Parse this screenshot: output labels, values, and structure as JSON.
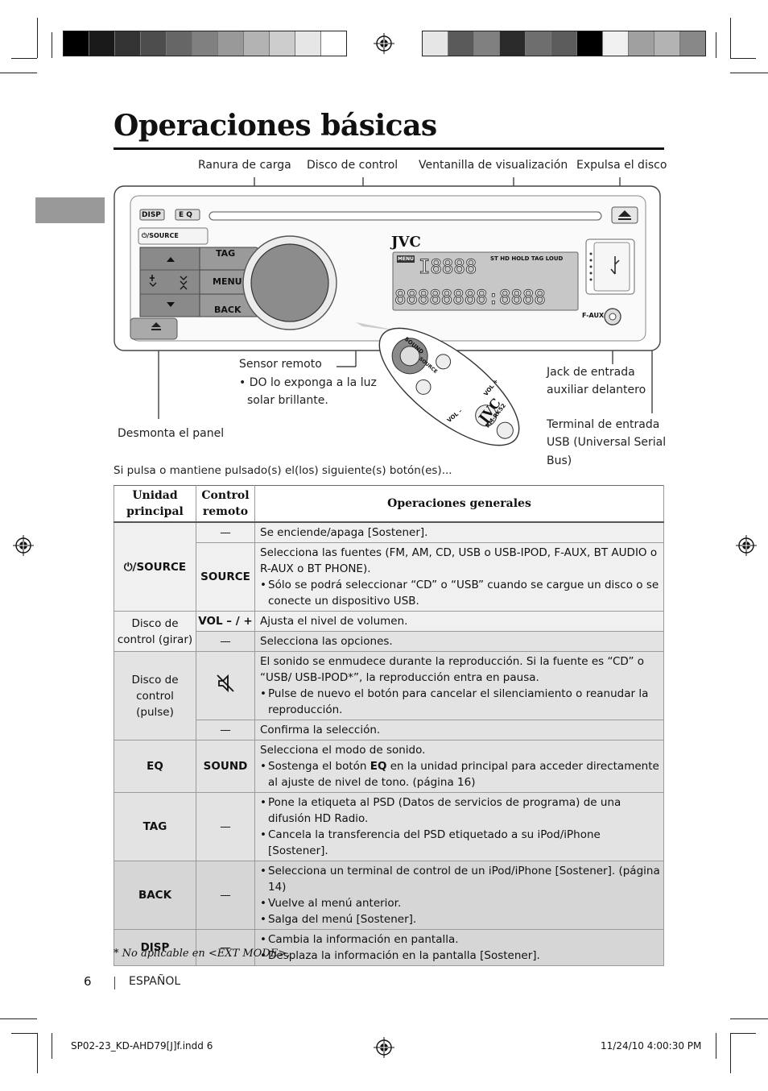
{
  "title": "Operaciones básicas",
  "callouts": {
    "ranura": "Ranura de carga",
    "disco": "Disco de control",
    "ventanilla": "Ventanilla de visualización",
    "expulsa": "Expulsa el disco",
    "sensor_title": "Sensor remoto",
    "sensor_note_1": "• DO lo exponga a la luz",
    "sensor_note_2": "solar brillante.",
    "jack_1": "Jack de entrada",
    "jack_2": "auxiliar delantero",
    "usb_1": "Terminal de entrada",
    "usb_2": "USB (Universal Serial",
    "usb_3": "Bus)",
    "desmonta": "Desmonta el panel"
  },
  "device": {
    "disp": "DISP",
    "eq": "E Q",
    "source": "⏻/SOURCE",
    "tag": "TAG",
    "menu": "MENU",
    "back": "BACK",
    "brand": "JVC",
    "faux": "F-AUX",
    "lcd_top": "ST HD HOLD TAG LOUD",
    "lcd_menu": "MENU",
    "remote_model": "RM-RK52",
    "remote_sound": "SOUND",
    "remote_source": "SOURCE",
    "remote_vol_plus": "VOL +",
    "remote_vol_minus": "VOL –"
  },
  "intro": "Si pulsa o mantiene pulsado(s) el(los) siguiente(s) botón(es)...",
  "table": {
    "headers": [
      "Unidad principal",
      "Control remoto",
      "Operaciones generales"
    ],
    "r1_main": "⏻/SOURCE",
    "r1a_remote": "—",
    "r1a_op": "Se enciende/apaga [Sostener].",
    "r1b_remote": "SOURCE",
    "r1b_op": "Selecciona las fuentes (FM, AM, CD, USB o USB-IPOD, F-AUX, BT AUDIO o R-AUX o BT PHONE).",
    "r1b_bullet": "Sólo se podrá seleccionar “CD” o “USB” cuando se cargue un disco o se conecte un dispositivo USB.",
    "r2_main": "Disco de control (girar)",
    "r2a_remote": "VOL – / +",
    "r2a_op": "Ajusta el nivel de volumen.",
    "r2b_remote": "—",
    "r2b_op": "Selecciona las opciones.",
    "r3_main": "Disco de control (pulse)",
    "r3a_op": "El sonido se enmudece durante la reproducción. Si la fuente es “CD” o “USB/ USB-IPOD*”, la reproducción entra en pausa.",
    "r3a_bullet": "Pulse de nuevo el botón para cancelar el silenciamiento o reanudar la reproducción.",
    "r3b_remote": "—",
    "r3b_op": "Confirma la selección.",
    "r4_main": "EQ",
    "r4_remote": "SOUND",
    "r4_op": "Selecciona el modo de sonido.",
    "r4_bullet_pre": "Sostenga el botón ",
    "r4_bullet_bold": "EQ",
    "r4_bullet_post": " en la unidad principal para acceder directamente al ajuste de nivel de tono. (página 16)",
    "r5_main": "TAG",
    "r5_remote": "—",
    "r5_b1": "Pone la etiqueta al PSD (Datos de servicios de programa) de una difusión HD Radio.",
    "r5_b2": "Cancela la transferencia del PSD etiquetado a su iPod/iPhone [Sostener].",
    "r6_main": "BACK",
    "r6_remote": "—",
    "r6_b1": "Selecciona un terminal de control de un iPod/iPhone [Sostener]. (página 14)",
    "r6_b2": "Vuelve al menú anterior.",
    "r6_b3": "Salga del menú [Sostener].",
    "r7_main": "DISP",
    "r7_remote": "—",
    "r7_b1": "Cambia la información en pantalla.",
    "r7_b2": "Desplaza la información en la pantalla [Sostener]."
  },
  "footnote": "* No aplicable en <EXT MODE>.",
  "page_number": "6",
  "language": "ESPAÑOL",
  "slug_left": "SP02-23_KD-AHD79[J]f.indd   6",
  "slug_right": "11/24/10   4:00:30 PM",
  "colors": {
    "bar_left": [
      "#000000",
      "#1a1a1a",
      "#333333",
      "#4d4d4d",
      "#666666",
      "#808080",
      "#999999",
      "#b3b3b3",
      "#cccccc",
      "#e6e6e6",
      "#ffffff"
    ],
    "bar_right": [
      "#e6e6e6",
      "#5a5a5a",
      "#808080",
      "#2a2a2a",
      "#6e6e6e",
      "#5c5c5c",
      "#000000",
      "#f0f0f0",
      "#a0a0a0",
      "#b3b3b3",
      "#888888"
    ]
  }
}
